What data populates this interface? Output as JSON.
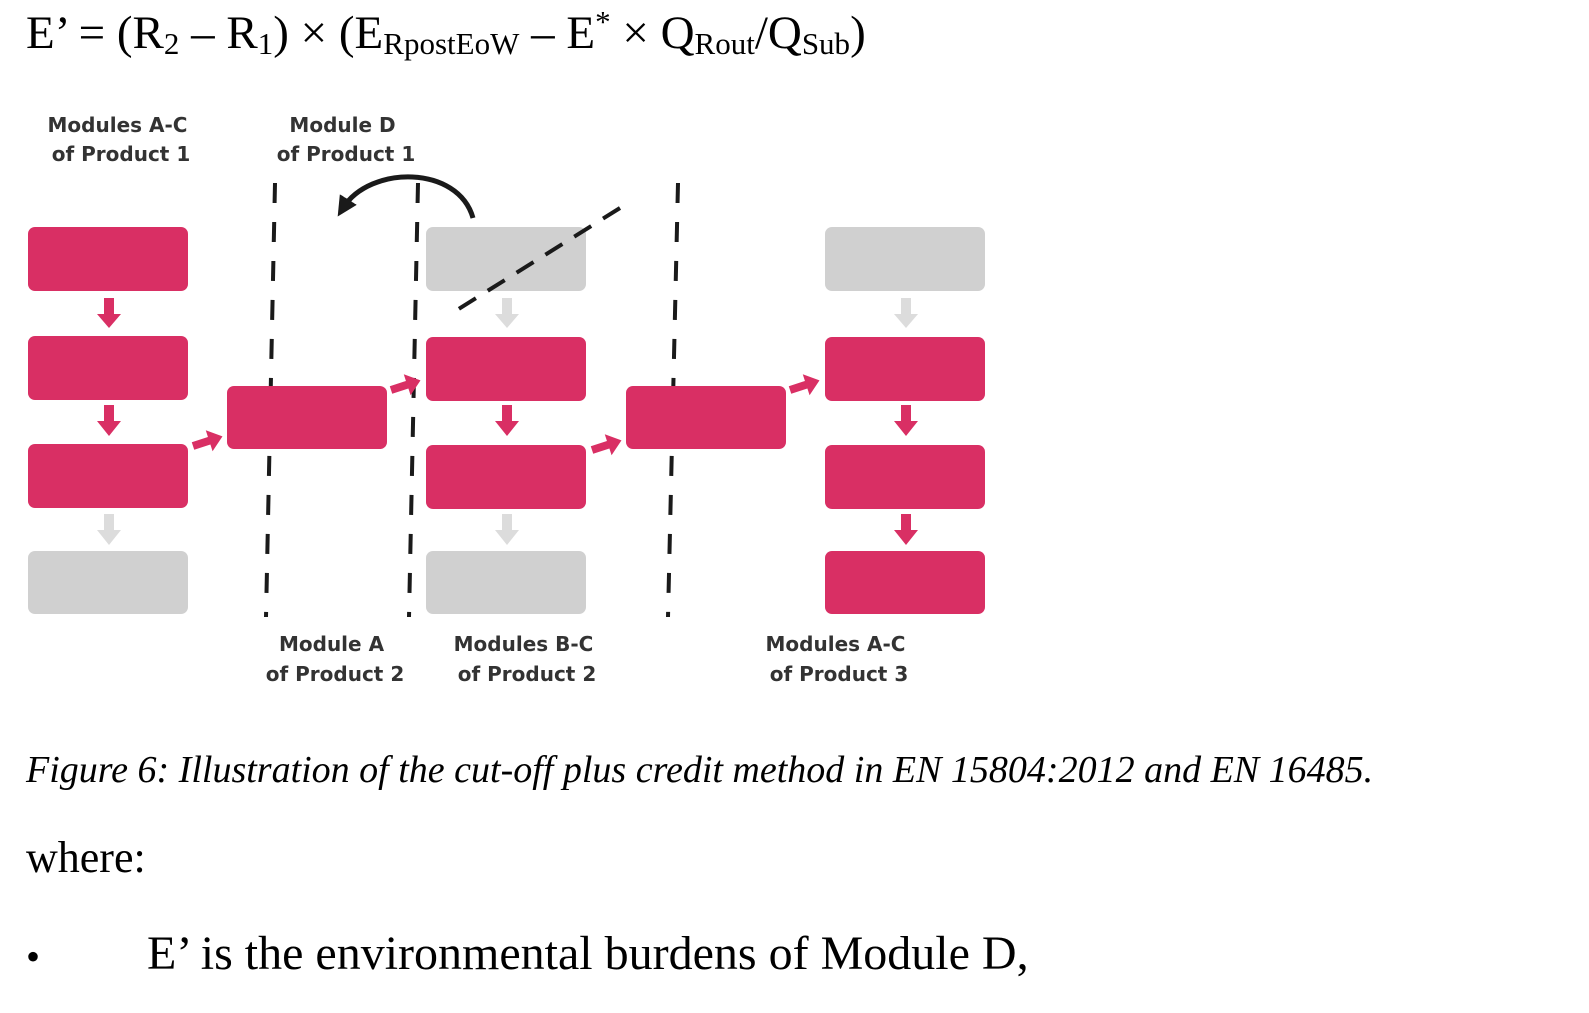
{
  "formula": {
    "lhs": "E’ = (R",
    "r2_sub": "2",
    "minus_r": " – R",
    "r1_sub": "1",
    "times_e": ") × (E",
    "e_sub": "RpostEoW",
    "minus_e": " – E",
    "e_sup": "*",
    "times_q": " × Q",
    "q_rout_sub": "Rout",
    "slash_q": "/Q",
    "q_sub_sub": "Sub",
    "close": ")"
  },
  "figure": {
    "labels": {
      "modules_ac_p1": [
        "Modules A-C",
        "of Product 1"
      ],
      "module_d_p1": [
        "Module D",
        "of Product 1"
      ],
      "module_a_p2": [
        "Module A",
        "of Product 2"
      ],
      "modules_bc_p2": [
        "Modules B-C",
        "of Product 2"
      ],
      "modules_ac_p3": [
        "Modules A-C",
        "of Product 3"
      ]
    },
    "colors": {
      "active": "#d92f64",
      "inactive": "#d0d0d0",
      "inactive_arrow": "#dcdcdc",
      "divider": "#1a1a1a"
    }
  },
  "caption": "Figure 6: Illustration of the cut-off plus credit method in EN 15804:2012 and EN 16485.",
  "where": "where:",
  "bullet": {
    "symbol": "•",
    "text": "E’ is the environmental burdens of Module D,"
  }
}
